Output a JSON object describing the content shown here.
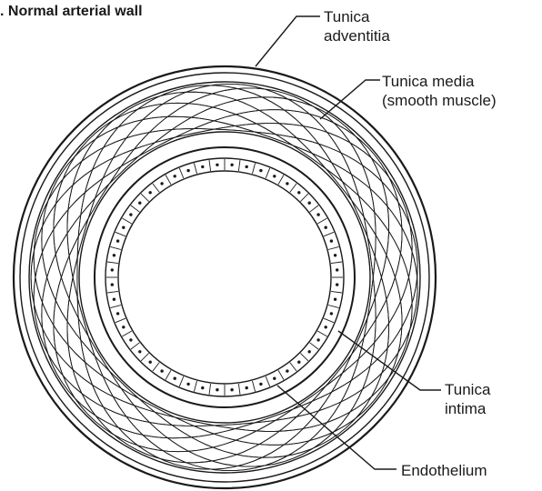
{
  "title": ". Normal arterial wall",
  "labels": {
    "adventitia": [
      "Tunica",
      "adventitia"
    ],
    "media": [
      "Tunica media",
      "(smooth muscle)"
    ],
    "intima": [
      "Tunica",
      "intima"
    ],
    "endothelium": [
      "Endothelium"
    ]
  },
  "colors": {
    "line": "#1a1a1a",
    "background": "#ffffff"
  }
}
